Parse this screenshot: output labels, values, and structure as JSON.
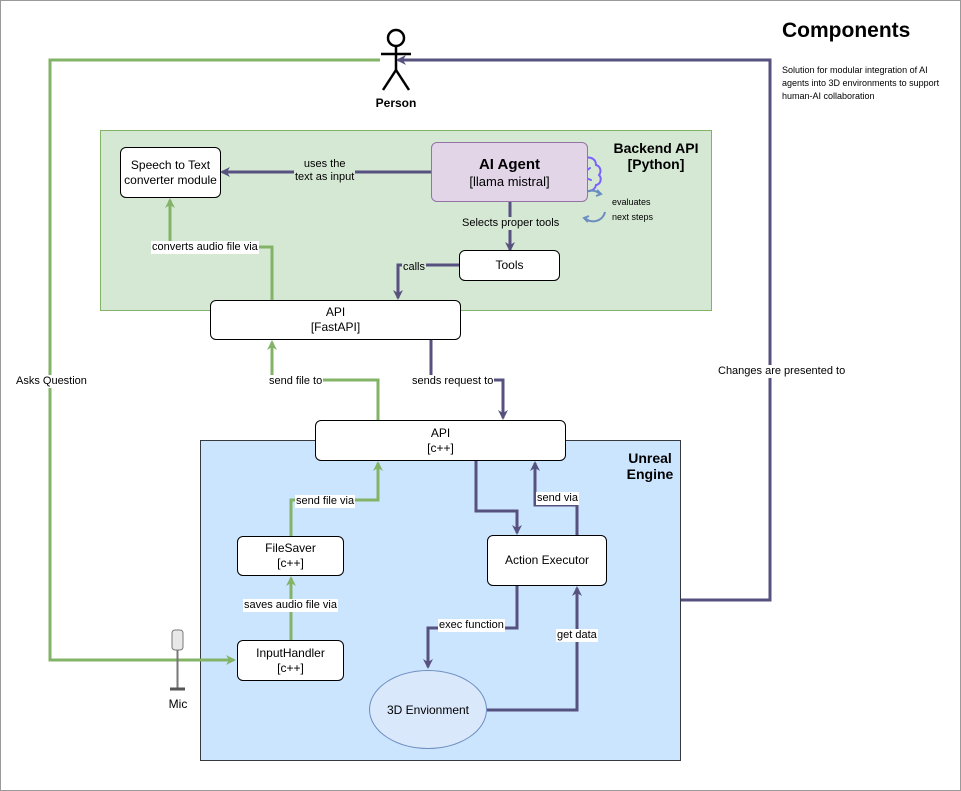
{
  "header": {
    "title": "Components",
    "description": "Solution for modular integration of AI agents into 3D environments to support human-AI collaboration"
  },
  "actors": {
    "person": "Person",
    "mic": "Mic"
  },
  "regions": {
    "backend": "Backend API\n[Python]",
    "unreal": "Unreal\nEngine"
  },
  "nodes": {
    "speech_to_text": "Speech to Text\nconverter module",
    "agent_title": "AI Agent",
    "agent_sub": "[llama mistral]",
    "evaluates": "evaluates\nnext steps",
    "tools": "Tools",
    "api_fastapi": "API\n[FastAPI]",
    "api_cpp": "API\n[c++]",
    "filesaver": "FileSaver\n[c++]",
    "inputhandler": "InputHandler\n[c++]",
    "action_executor": "Action Executor",
    "environment": "3D Envionment"
  },
  "edges": {
    "uses_text": "uses the\ntext as input",
    "selects_tools": "Selects proper tools",
    "calls": "calls",
    "converts_audio": "converts audio file via",
    "send_file_to": "send file to",
    "sends_request": "sends request to",
    "send_file_via": "send file via",
    "saves_audio": "saves audio file via",
    "send_via": "send via",
    "exec_function": "exec function",
    "get_data": "get data",
    "asks_question": "Asks Question",
    "changes_presented": "Changes are presented to"
  },
  "colors": {
    "green_edge": "#82b366",
    "purple_edge": "#56517e",
    "backend_fill": "#d5e8d4",
    "unreal_fill": "#cce5ff",
    "agent_fill": "#e1d5e7",
    "brain_icon": "#7b61ff"
  }
}
